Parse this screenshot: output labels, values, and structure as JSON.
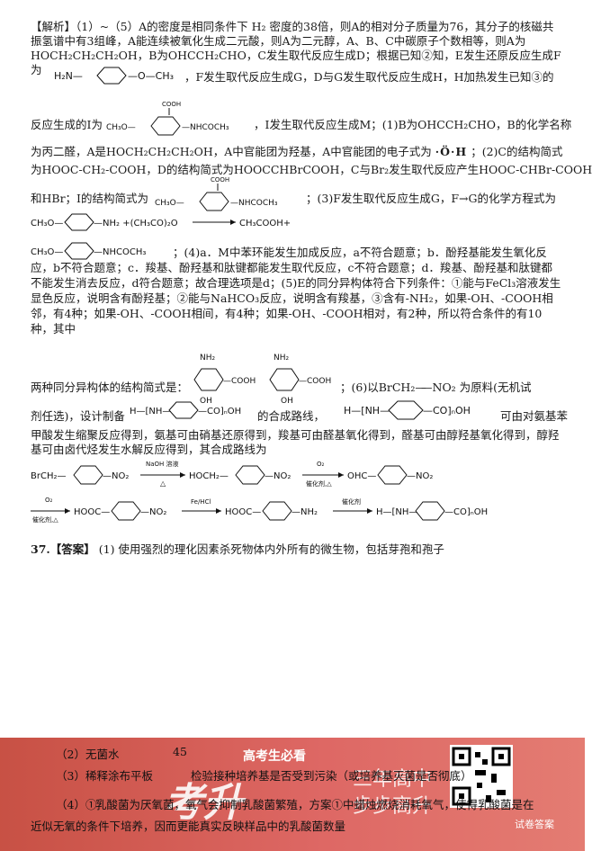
{
  "p1": "【解析】（1）~（5）A的密度是相同条件下 H₂ 密度的38倍，则A的相对分子质量为76，其分子的核磁共振氢谱中有3组峰，A能连续被氧化生成二元酸，则A为二元醇，A、B、C中碳原子个数相等，则A为HOCH₂CH₂CH₂OH，B为OHCCH₂CHO，C发生取代反应生成D；根据已知②知，E发生还原反应生成F为",
  "p1b": "，F发生取代反应生成G，D与G发生取代反应生成H，H加热发生已知③的",
  "p2a": "反应生成的I为",
  "p2b": "，I发生取代反应生成M；(1)B为OHCCH₂CHO，B的化学名称",
  "p3": "为丙二醛，A是HOCH₂CH₂CH₂OH，A中官能团为羟基，A中官能团的电子式为",
  "p3b": "；(2)C的结构简式",
  "p4": "为HOOC-CH₂-COOH，D的结构简式为HOOCCHBrCOOH，C与Br₂发生取代反应产生HOOC-CHBr-COOH",
  "p5a": "和HBr；I的结构简式为",
  "p5b": "；(3)F发生取代反应生成G，F→G的化学方程式为",
  "eq1_left": "CH₃O—",
  "eq1_mid": "—NH₂ +(CH₃CO)₂O",
  "eq1_right": "CH₃COOH+",
  "eq2_left": "CH₃O—",
  "eq2_mid": "—NHCOCH₃",
  "p6": "；(4)a．M中苯环能发生加成反应，a不符合题意；b．酚羟基能发生氧化反应，b不符合题意；c．羧基、酚羟基和肽键都能发生取代反应，c不符合题意；d．羧基、酚羟基和肽键都不能发生消去反应，d符合题意；故合理选项是d；(5)E的同分异构体符合下列条件：①能与FeCl₃溶液发生显色反应，说明含有酚羟基；②能与NaHCO₃反应，说明含有羧基，③含有-NH₂，如果-OH、-COOH相邻，有4种；如果-OH、-COOH相间，有4种；如果-OH、-COOH相对，有2种，所以符合条件的有10种，其中",
  "p7a": "两种同分异构体的结构简式是：",
  "p7b": "；(6)以BrCH₂—",
  "p7c": "—NO₂ 为原料(无机试",
  "p8a": "剂任选)，设计制备",
  "p8b": "的合成路线，",
  "p8c": "可由对氨基苯",
  "p9": "甲酸发生缩聚反应得到，氨基可由硝基还原得到，羧基可由醛基氧化得到，醛基可由醇羟基氧化得到，醇羟基可由卤代烃发生水解反应得到，其合成路线为",
  "labels": {
    "h2n": "H₂N—",
    "och3": "—O—CH₃",
    "cooh": "COOH",
    "ch3o": "CH₃O—",
    "nhcoch3": "—NHCOCH₃",
    "nh2": "NH₂",
    "oh": "OH",
    "cooh2": "—COOH",
    "dot_o": "·Ö·H",
    "poly": "H—[NH—",
    "poly_end": "—CO]ₙOH",
    "brch2": "BrCH₂—",
    "no2": "—NO₂",
    "hoch2": "HOCH₂—",
    "ohc": "OHC—",
    "hooc": "HOOC—",
    "nh2b": "—NH₂",
    "naoh": "NaOH 溶液",
    "heat": "△",
    "o2": "O₂",
    "cat": "催化剂,△",
    "fehcl": "Fe/HCl",
    "cat2": "催化剂"
  },
  "ans_head": "37.【答案】",
  "ans1": "(1) 使用强烈的理化因素杀死物体内外所有的微生物，包括芽孢和孢子",
  "ans2a": "（2）无菌水",
  "ans2b": "45",
  "ans3a": "（3）稀释涂布平板",
  "ans3b": "检验接种培养基是否受到污染（或培养基灭菌是否彻底）",
  "ans4a": "（4）①",
  "ans4b": "乳酸菌为厌氧菌，氧气会抑制乳酸菌繁殖，方案①中蜡烛燃烧消耗氧气，使得乳酸菌是在",
  "ans5": "近似无氧的条件下培养，因而更能真实反映样品中的乳酸菌数量",
  "banner": {
    "top": "高考生必看",
    "logo": "考升",
    "slogan1": "三年高中",
    "slogan2": "步步高升",
    "wechat": "试卷答案"
  }
}
